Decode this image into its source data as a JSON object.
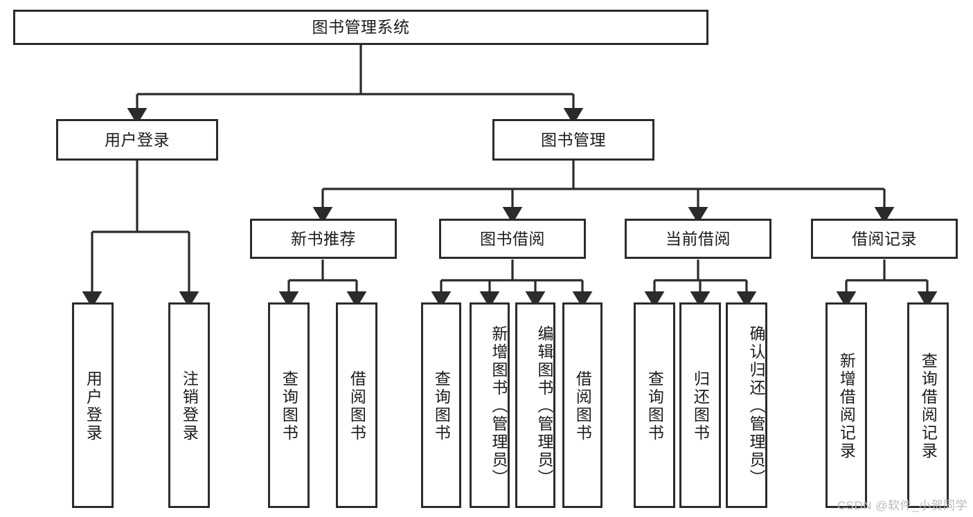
{
  "diagram": {
    "title": "图书管理系统",
    "type": "tree",
    "root": {
      "label": "图书管理系统"
    },
    "level1": [
      {
        "label": "用户登录"
      },
      {
        "label": "图书管理"
      }
    ],
    "level2": [
      {
        "label": "新书推荐",
        "parent": "图书管理"
      },
      {
        "label": "图书借阅",
        "parent": "图书管理"
      },
      {
        "label": "当前借阅",
        "parent": "图书管理"
      },
      {
        "label": "借阅记录",
        "parent": "图书管理"
      }
    ],
    "leaves": {
      "user_login": [
        {
          "label": "用户登录"
        },
        {
          "label": "注销登录"
        }
      ],
      "new_book": [
        {
          "label": "查询图书"
        },
        {
          "label": "借阅图书"
        }
      ],
      "borrow": [
        {
          "label": "查询图书"
        },
        {
          "label": "新增图书（管理员）"
        },
        {
          "label": "编辑图书（管理员）"
        },
        {
          "label": "借阅图书"
        }
      ],
      "current": [
        {
          "label": "查询图书"
        },
        {
          "label": "归还图书"
        },
        {
          "label": "确认归还（管理员）"
        }
      ],
      "records": [
        {
          "label": "新增借阅记录"
        },
        {
          "label": "查询借阅记录"
        }
      ]
    }
  },
  "watermark": {
    "text": "CSDN @软件_小贺同学"
  },
  "colors": {
    "stroke": "#2b2b2b",
    "fill": "#ffffff",
    "text": "#1b1b1b",
    "watermark": "#b9b9b9"
  }
}
